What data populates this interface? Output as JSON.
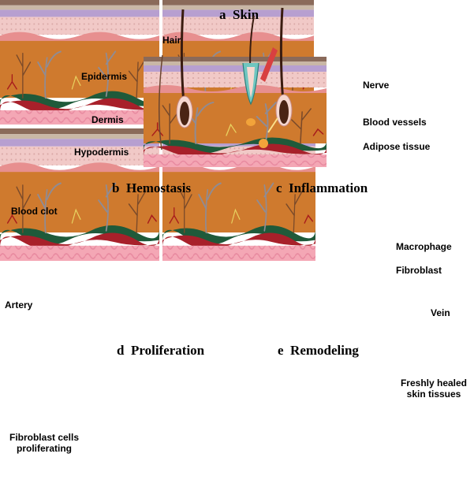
{
  "panels": {
    "skin": {
      "letter": "a",
      "title": "Skin"
    },
    "hemostasis": {
      "letter": "b",
      "title": "Hemostasis"
    },
    "inflammation": {
      "letter": "c",
      "title": "Inflammation"
    },
    "proliferation": {
      "letter": "d",
      "title": "Proliferation"
    },
    "remodeling": {
      "letter": "e",
      "title": "Remodeling"
    }
  },
  "labels": {
    "hair": "Hair",
    "epidermis": "Epidermis",
    "dermis": "Dermis",
    "hypodermis": "Hypodermis",
    "nerve": "Nerve",
    "blood_vessels": "Blood vessels",
    "adipose_tissue": "Adipose tissue",
    "blood_clot": "Blood clot",
    "artery": "Artery",
    "macrophage": "Macrophage",
    "fibroblast": "Fibroblast",
    "vein": "Vein",
    "fibroblast_cells_line1": "Fibroblast cells",
    "fibroblast_cells_line2": "proliferating",
    "healed_line1": "Freshly healed",
    "healed_line2": "skin tissues"
  },
  "colors": {
    "epidermis_top": "#8a6a5a",
    "epidermis_purple": "#b79fd0",
    "epidermis_pink": "#f1c9c7",
    "dermis": "#cf7a2e",
    "hypodermis_green": "#1f5a3a",
    "hypodermis_red": "#a8202a",
    "adipose": "#f4a7b5",
    "hair": "#3a1c10",
    "wound_yellow": "#fbe08a",
    "clot_red": "#e0141c",
    "macrophage_red": "#d8242a",
    "fibroblast_blue": "#3a78c8"
  }
}
